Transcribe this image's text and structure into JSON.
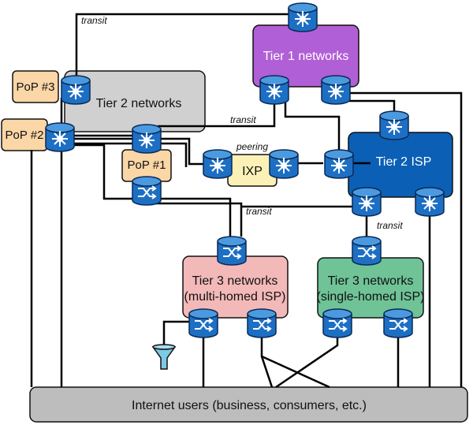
{
  "labels": {
    "tier1": "Tier 1 networks",
    "tier2": "Tier 2 networks",
    "tier2isp": "Tier 2 ISP",
    "ixp": "IXP",
    "pop1": "PoP #1",
    "pop2": "PoP #2",
    "pop3": "PoP #3",
    "tier3_multi_l1": "Tier 3 networks",
    "tier3_multi_l2": "(multi-homed ISP)",
    "tier3_single_l1": "Tier 3 networks",
    "tier3_single_l2": "(single-homed ISP)",
    "users": "Internet users (business, consumers, etc.)"
  },
  "link_labels": {
    "transit_top": "transit",
    "transit_mid": "transit",
    "transit_t3m": "transit",
    "transit_t3s": "transit",
    "peering": "peering"
  },
  "icons": {
    "router": "router-icon",
    "switch": "switch-icon",
    "filter": "funnel-icon"
  },
  "colors": {
    "tier1_fill": "#b15fd6",
    "tier2_fill": "#d0d0d0",
    "tier2isp_fill": "#0b5fb5",
    "ixp_fill": "#fbf1b6",
    "pop_fill": "#fbd6a6",
    "tier3_multi_fill": "#f3b9b9",
    "tier3_single_fill": "#6fc397",
    "users_fill": "#bdbdbd",
    "device_fill": "#1d6fc4",
    "funnel_fill": "#7ccae6"
  }
}
